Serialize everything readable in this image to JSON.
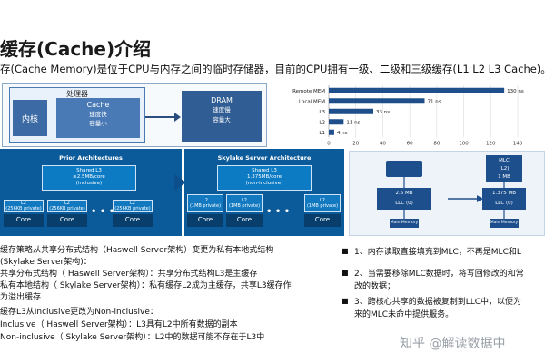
{
  "title": "缓存(Cache)介绍",
  "subtitle": "存(Cache Memory)是位于CPU与内存之间的临时存储器，目前的CPU拥有一级、二级和三级缓存(L1 L2 L3 Cache)。",
  "processor": {
    "label": "处理器",
    "core": "内核",
    "cache_title": "Cache",
    "cache_line1": "速度快",
    "cache_line2": "容量小",
    "dram_title": "DRAM",
    "dram_line1": "速度慢",
    "dram_line2": "容量大"
  },
  "chart_data": {
    "type": "bar",
    "orientation": "horizontal",
    "categories": [
      "Remote MEM",
      "Local MEM",
      "L3",
      "L2",
      "L1"
    ],
    "values": [
      130,
      71,
      33,
      11,
      4
    ],
    "value_labels": [
      "130 ns",
      "71 ns",
      "33 ns",
      "11 ns",
      "4 ns"
    ],
    "xlim": [
      0,
      140
    ],
    "xticks": [
      0,
      20,
      40,
      60,
      80,
      100,
      120,
      140
    ],
    "grid": true,
    "bar_color": "#1f4f8a"
  },
  "prior_arch": {
    "title": "Prior Architectures",
    "l3_line1": "Shared L3",
    "l3_line2": "≥2.5MB/core",
    "l3_line3": "(inclusive)",
    "l2_label": "L2",
    "l2_detail": "(256KB private)",
    "core": "Core",
    "dots": "• • •"
  },
  "skylake_arch": {
    "title": "Skylake Server Architecture",
    "l3_line1": "Shared L3",
    "l3_line2": "1.375MB/core",
    "l3_line3": "(non-inclusive)",
    "l2_label": "L2",
    "l2_detail": "(1MB private)",
    "core": "Core",
    "dots": "• • •"
  },
  "mlc_diagram": {
    "llc1_line1": "2.5 MB",
    "llc1_line2": "LLC (0)",
    "mlc_line1": "MLC",
    "mlc_line2": "(L2)",
    "mlc_line3": "1 MB",
    "llc2_line1": "1.375 MB",
    "llc2_line2": "LLC (0)",
    "main_mem": "Main Memory"
  },
  "left_text": [
    "缓存策略从共享分布式结构（Haswell Server架构）变更为私有本地式结构",
    "(Skylake Server架构)：",
    "共享分布式结构（ Haswell Server架构）：共享分布式结构L3是主缓存",
    "私有本地结构（ Skylake Server架构）：私有缓存L2成为主缓存，共享L3缓存作",
    "为溢出缓存",
    "缓存L3从Inclusive更改为Non-inclusive：",
    "Inclusive（ Haswell Server架构）：L3具有L2中所有数据的副本",
    "Non-inclusive（ Skylake Server架构）：L2中的数据可能不存在于L3中"
  ],
  "right_text": {
    "bullet": "■",
    "item1": "1、内存读取直接填充到MLC，不再是MLC和L",
    "item2_line1": "2、当需要移除MLC数据时，将写回修改的和常",
    "item2_line2": "改的数据；",
    "item3_line1": "3、跨核心共享的数据被复制到LLC中，以便为",
    "item3_line2": "来的MLC未命中提供服务。"
  },
  "watermark": "知乎 @解读数据中"
}
